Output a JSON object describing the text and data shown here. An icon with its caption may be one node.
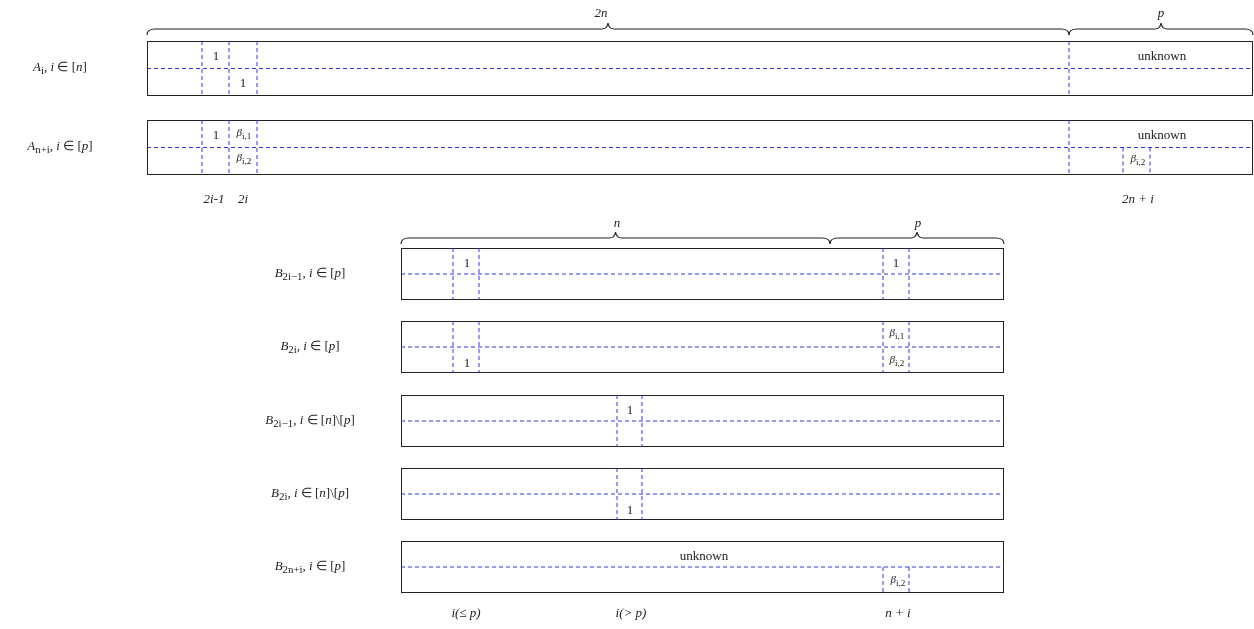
{
  "diagram": {
    "nodes": [
      {
        "text": [
          "1",
          "1",
          "unknown"
        ]
      },
      {
        "text": [
          "1",
          "*β*$_{i,1}$",
          "*β*$_{i,2}$",
          "unknown",
          "*β*$_{i,2}$"
        ]
      },
      {
        "text": [
          "1",
          "1"
        ]
      },
      {
        "text": [
          "1",
          "*β*$_{i,1}$",
          "*β*$_{i,2}$"
        ]
      },
      {
        "text": [
          "1"
        ]
      },
      {
        "text": [
          "1"
        ]
      },
      {
        "text": [
          "unknown",
          "*β*$_{i,2}$"
        ]
      }
    ],
    "labels": [
      "2n",
      "p",
      "*A*$_{i}$, *i* ∈ [*n*]",
      "*A*$_{n+i}$, *i* ∈ [*p*]",
      "2i-1",
      "2i",
      "2n + i",
      "n",
      "p",
      "*B*$_{2i−1}$, *i* ∈ [*p*]",
      "*B*$_{2i}$, *i* ∈ [*p*]",
      "*B*$_{2i−1}$, *i* ∈ [*n*]\\[*p*]",
      "*B*$_{2i}$, *i* ∈ [*n*]\\[*p*]",
      "*B*$_{2n+i}$, *i* ∈ [*p*]",
      "i(≤ p)",
      "i(> p)",
      "n + i"
    ]
  }
}
